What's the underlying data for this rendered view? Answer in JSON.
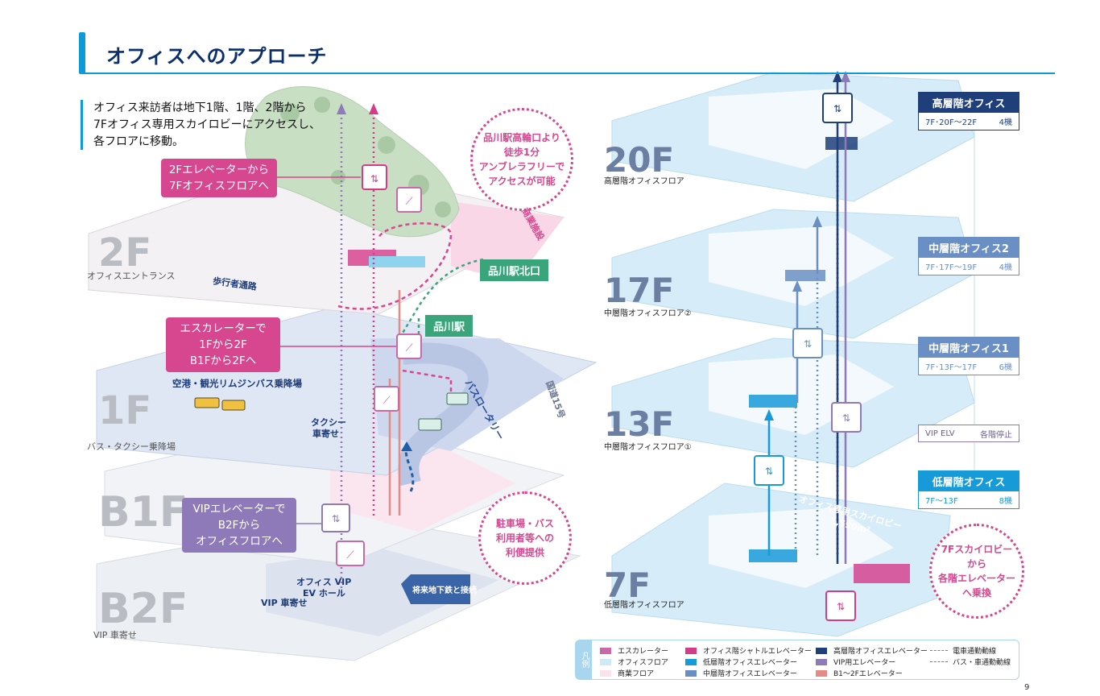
{
  "header": {
    "title": "オフィスへのアプローチ"
  },
  "intro": {
    "line1": "オフィス来訪者は地下1階、1階、2階から",
    "line2": "7Fオフィス専用スカイロビーにアクセスし、",
    "line3": "各フロアに移動。"
  },
  "left_floors": [
    {
      "code": "2F",
      "sub": "オフィスエントランス"
    },
    {
      "code": "1F",
      "sub": "バス・タクシー乗降場"
    },
    {
      "code": "B1F",
      "sub": ""
    },
    {
      "code": "B2F",
      "sub": "VIP 車寄せ"
    }
  ],
  "callouts": {
    "elevator_2f": {
      "line1": "2Fエレベーターから",
      "line2": "7Fオフィスフロアへ"
    },
    "escalator": {
      "line1": "エスカレーターで",
      "line2": "1Fから2F",
      "line3": "B1Fから2Fへ"
    },
    "vip_elevator": {
      "line1": "VIPエレベーターで",
      "line2": "B2Fから",
      "line3": "オフィスフロアへ"
    }
  },
  "circle_notes": {
    "north_exit": {
      "line1": "品川駅高輪口より",
      "line2": "徒歩1分",
      "line3": "アンブレラフリーで",
      "line4": "アクセスが可能"
    },
    "parking": {
      "line1": "駐車場・バス",
      "line2": "利用者等への",
      "line3": "利便提供"
    },
    "skylobby": {
      "line1": "7Fスカイロビー",
      "line2": "から",
      "line3": "各階エレベーター",
      "line4": "へ乗換"
    }
  },
  "map_labels": {
    "station_north": "品川駅北口",
    "station": "品川駅",
    "walkway": "歩行者通路",
    "limousine": "空港・観光リムジンバス乗降場",
    "taxi": "タクシー",
    "taxi2": "車寄せ",
    "bus_rotary": "バスロータリー",
    "route15": "国道15号",
    "office_vip_ev": "オフィス VIP",
    "office_vip_ev2": "EV ホール",
    "vip_drop": "VIP 車寄せ",
    "subway": "将来地下鉄と接続",
    "skylobby": "オフィス専用スカイロビー",
    "skylobby_area": "1,590m²",
    "commercial": "商業施設"
  },
  "right_floors": [
    {
      "code": "20F",
      "sub": "高層階オフィスフロア"
    },
    {
      "code": "17F",
      "sub": "中層階オフィスフロア②"
    },
    {
      "code": "13F",
      "sub": "中層階オフィスフロア①"
    },
    {
      "code": "7F",
      "sub": "低層階オフィスフロア"
    }
  ],
  "office_boxes": [
    {
      "title": "高層階オフィス",
      "range": "7F･20F〜22F",
      "count": "4機",
      "color": "#1f3f7a"
    },
    {
      "title": "中層階オフィス2",
      "range": "7F･17F〜19F",
      "count": "4機",
      "color": "#6a8fc4"
    },
    {
      "title": "中層階オフィス1",
      "range": "7F･13F〜17F",
      "count": "6機",
      "color": "#6a8fc4"
    },
    {
      "title": "低層階オフィス",
      "range": "7F〜13F",
      "count": "8機",
      "color": "#169ad8"
    }
  ],
  "vip_box": {
    "left": "VIP ELV",
    "right": "各階停止"
  },
  "legend": {
    "tag": "凡例",
    "items": [
      {
        "label": "エスカレーター",
        "color": "#c76aa7",
        "kind": "swatch"
      },
      {
        "label": "オフィスフロア",
        "color": "#cfe9f7",
        "kind": "swatch"
      },
      {
        "label": "商業フロア",
        "color": "#fbe1ec",
        "kind": "swatch"
      },
      {
        "label": "オフィス階シャトルエレベーター",
        "color": "#d63b89",
        "kind": "swatch"
      },
      {
        "label": "低層階オフィスエレベーター",
        "color": "#169ad8",
        "kind": "swatch"
      },
      {
        "label": "中層階オフィスエレベーター",
        "color": "#6a8fc4",
        "kind": "swatch"
      },
      {
        "label": "高層階オフィスエレベーター",
        "color": "#1f3f7a",
        "kind": "swatch"
      },
      {
        "label": "VIP用エレベーター",
        "color": "#8e7ab8",
        "kind": "swatch"
      },
      {
        "label": "B1〜2Fエレベーター",
        "color": "#e58a84",
        "kind": "swatch"
      },
      {
        "label": "電車通勤動線",
        "color": "#3aa57a",
        "kind": "line"
      },
      {
        "label": "バス・車通勤動線",
        "color": "#d6478f",
        "kind": "line"
      }
    ]
  },
  "page_number": "9"
}
